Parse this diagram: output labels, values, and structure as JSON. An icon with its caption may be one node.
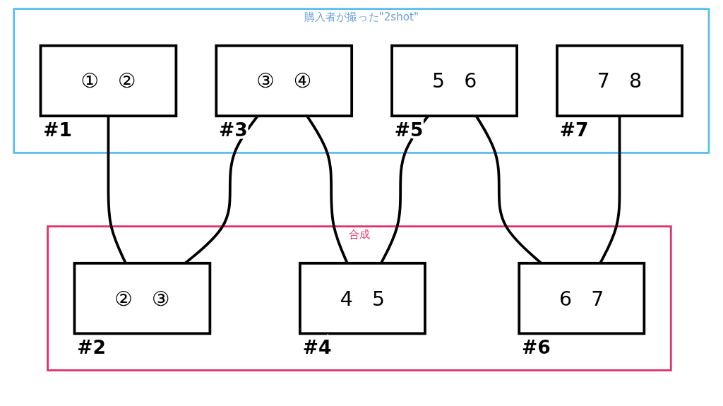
{
  "diagram": {
    "nodes": [
      {
        "text": [
          "購入者が撮った\"2shot\""
        ]
      },
      {
        "text": [
          "①",
          "②"
        ],
        "in": 0,
        "beside": [
          "#1"
        ]
      },
      {
        "text": [
          "③",
          "④"
        ],
        "in": 0,
        "beside": [
          "#3"
        ]
      },
      {
        "text": [
          "5",
          "6"
        ],
        "in": 0,
        "beside": [
          "#5"
        ]
      },
      {
        "text": [
          "7",
          "8"
        ],
        "in": 0,
        "beside": [
          "#7"
        ]
      },
      {
        "text": [
          "合成"
        ]
      },
      {
        "text": [
          "②",
          "③"
        ],
        "in": 5,
        "beside": [
          "#2"
        ]
      },
      {
        "text": [
          "4",
          "5"
        ],
        "in": 5,
        "beside": [
          "#4"
        ]
      },
      {
        "text": [
          "6",
          "7"
        ],
        "in": 5,
        "beside": [
          "#6"
        ]
      }
    ],
    "edges": [
      {
        "from": 1,
        "to": 6,
        "arrow": "none"
      },
      {
        "from": 2,
        "to": 6,
        "arrow": "none"
      },
      {
        "from": 2,
        "to": 7,
        "arrow": "none"
      },
      {
        "from": 3,
        "to": 7,
        "arrow": "none"
      },
      {
        "from": 3,
        "to": 8,
        "arrow": "none"
      },
      {
        "from": 4,
        "to": 8,
        "arrow": "none"
      }
    ]
  }
}
